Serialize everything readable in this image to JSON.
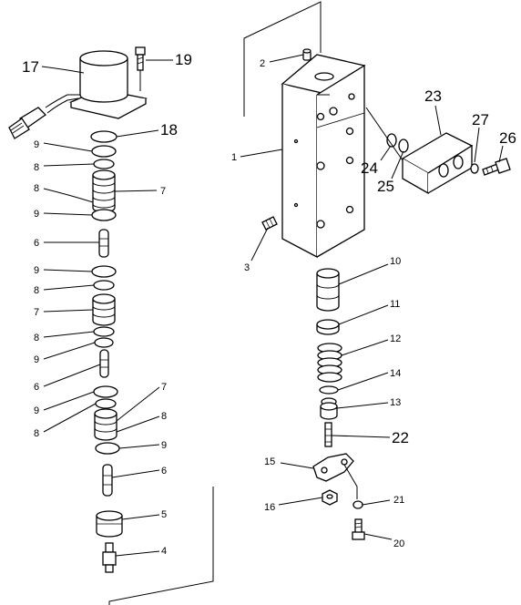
{
  "callouts": {
    "c17": "17",
    "c19": "19",
    "c18": "18",
    "c9a": "9",
    "c8a": "8",
    "c8b": "8",
    "c7a": "7",
    "c9b": "9",
    "c6a": "6",
    "c9c": "9",
    "c8c": "8",
    "c7b": "7",
    "c8d": "8",
    "c9d": "9",
    "c6b": "6",
    "c9e": "9",
    "c8e": "8",
    "c7c": "7",
    "c8f": "8",
    "c9f": "9",
    "c6c": "6",
    "c5": "5",
    "c4": "4",
    "c2": "2",
    "c1": "1",
    "c3": "3",
    "c23": "23",
    "c24": "24",
    "c25": "25",
    "c27": "27",
    "c26": "26",
    "c10": "10",
    "c11": "11",
    "c12": "12",
    "c14": "14",
    "c13": "13",
    "c22": "22",
    "c15": "15",
    "c16": "16",
    "c21": "21",
    "c20": "20"
  }
}
